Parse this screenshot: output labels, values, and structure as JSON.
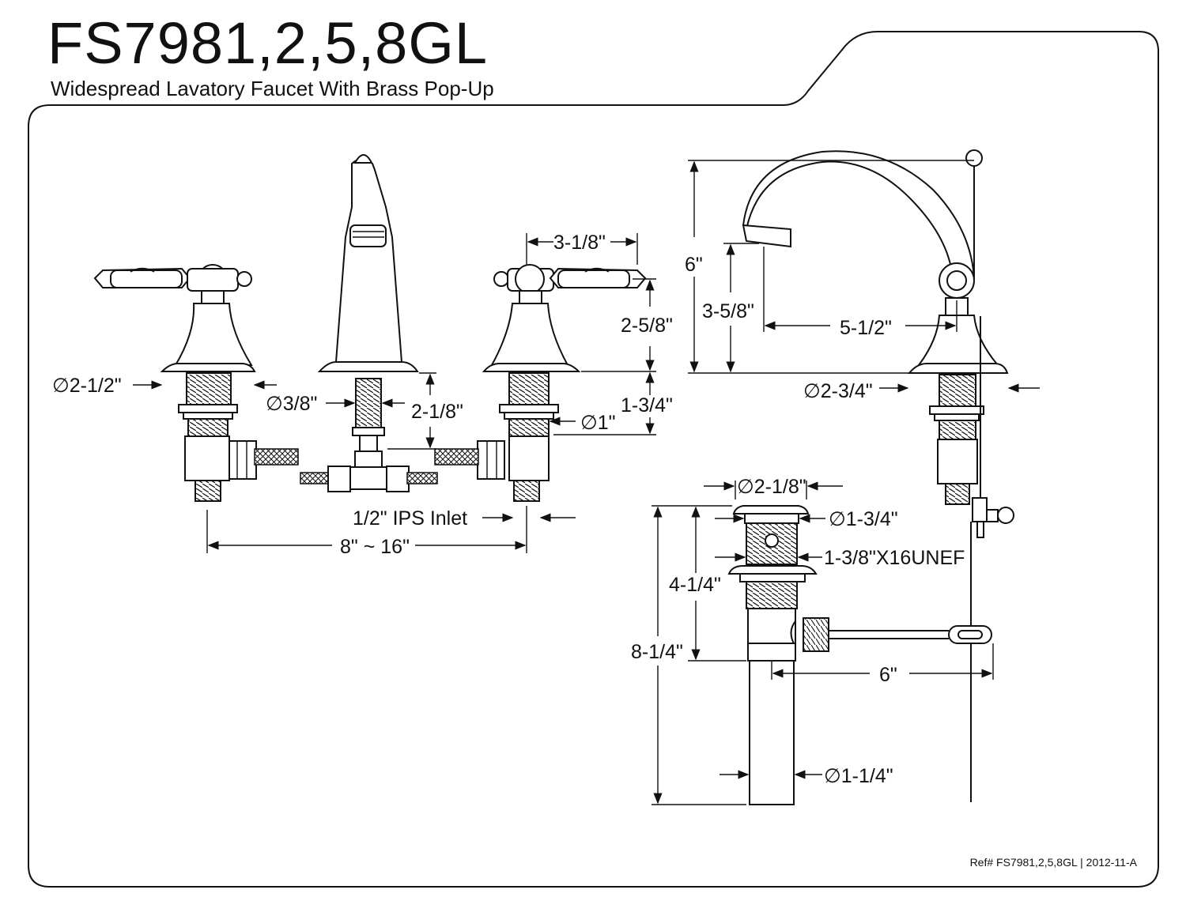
{
  "header": {
    "title": "FS7981,2,5,8GL",
    "subtitle": "Widespread Lavatory Faucet With Brass Pop-Up"
  },
  "front_view": {
    "dim_handle_width": "3-1/8\"",
    "dim_handle_height": "2-5/8\"",
    "dim_base_diameter": "∅2-1/2\"",
    "dim_spout_shank": "∅3/8\"",
    "dim_spout_shank_length": "2-1/8\"",
    "dim_shank_length": "1-3/4\"",
    "dim_shank_diameter": "∅1\"",
    "dim_inlet": "1/2\" IPS Inlet",
    "dim_center_spread": "8\" ~ 16\""
  },
  "side_view": {
    "dim_height": "6\"",
    "dim_spout_clearance": "3-5/8\"",
    "dim_spout_reach": "5-1/2\"",
    "dim_base_diameter": "∅2-3/4\""
  },
  "popup_drain": {
    "dim_flange_outer": "∅2-1/8\"",
    "dim_flange_inner": "∅1-3/4\"",
    "dim_thread": "1-3/8\"X16UNEF",
    "dim_body_height": "4-1/4\"",
    "dim_total_height": "8-1/4\"",
    "dim_rod_length": "6\"",
    "dim_tail_diameter": "∅1-1/4\""
  },
  "footer": {
    "ref": "Ref# FS7981,2,5,8GL | 2012-11-A"
  }
}
